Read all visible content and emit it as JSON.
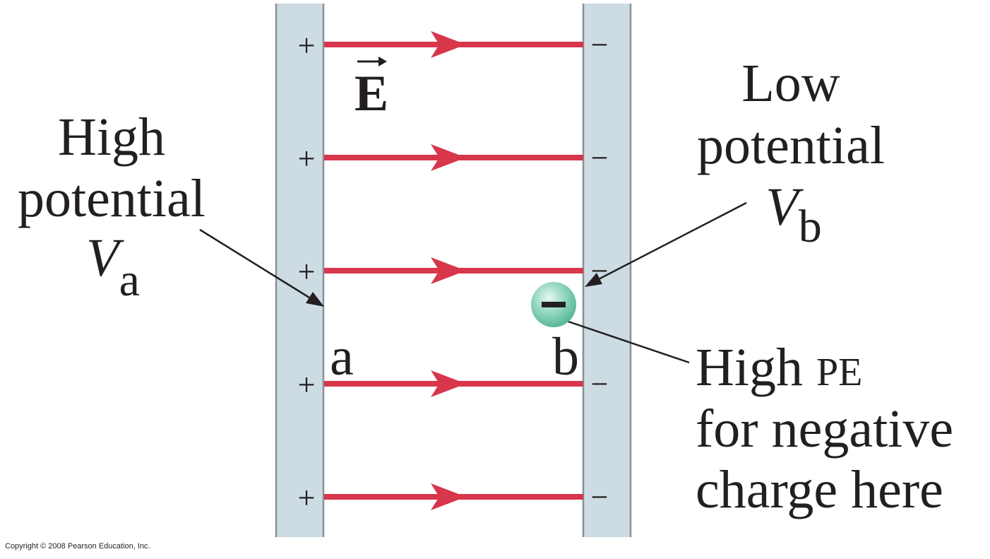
{
  "field_label": "E",
  "left_plate": {
    "sign": "+",
    "point_label": "a",
    "caption_line1": "High",
    "caption_line2": "potential",
    "symbol": "V",
    "subscript": "a"
  },
  "right_plate": {
    "sign": "−",
    "point_label": "b",
    "caption_line1": "Low",
    "caption_line2": "potential",
    "symbol": "V",
    "subscript": "b"
  },
  "charge": {
    "sign": "−",
    "caption_line1_a": "High",
    "caption_line1_b": "PE",
    "caption_line2": "for negative",
    "caption_line3": "charge here"
  },
  "copyright": "Copyright © 2008 Pearson Education, Inc.",
  "colors": {
    "plate_fill": "#cddbe3",
    "plate_edge": "#8a9096",
    "field_line": "#d7364b",
    "text": "#231f20",
    "charge_fill": "#7cccb3"
  }
}
